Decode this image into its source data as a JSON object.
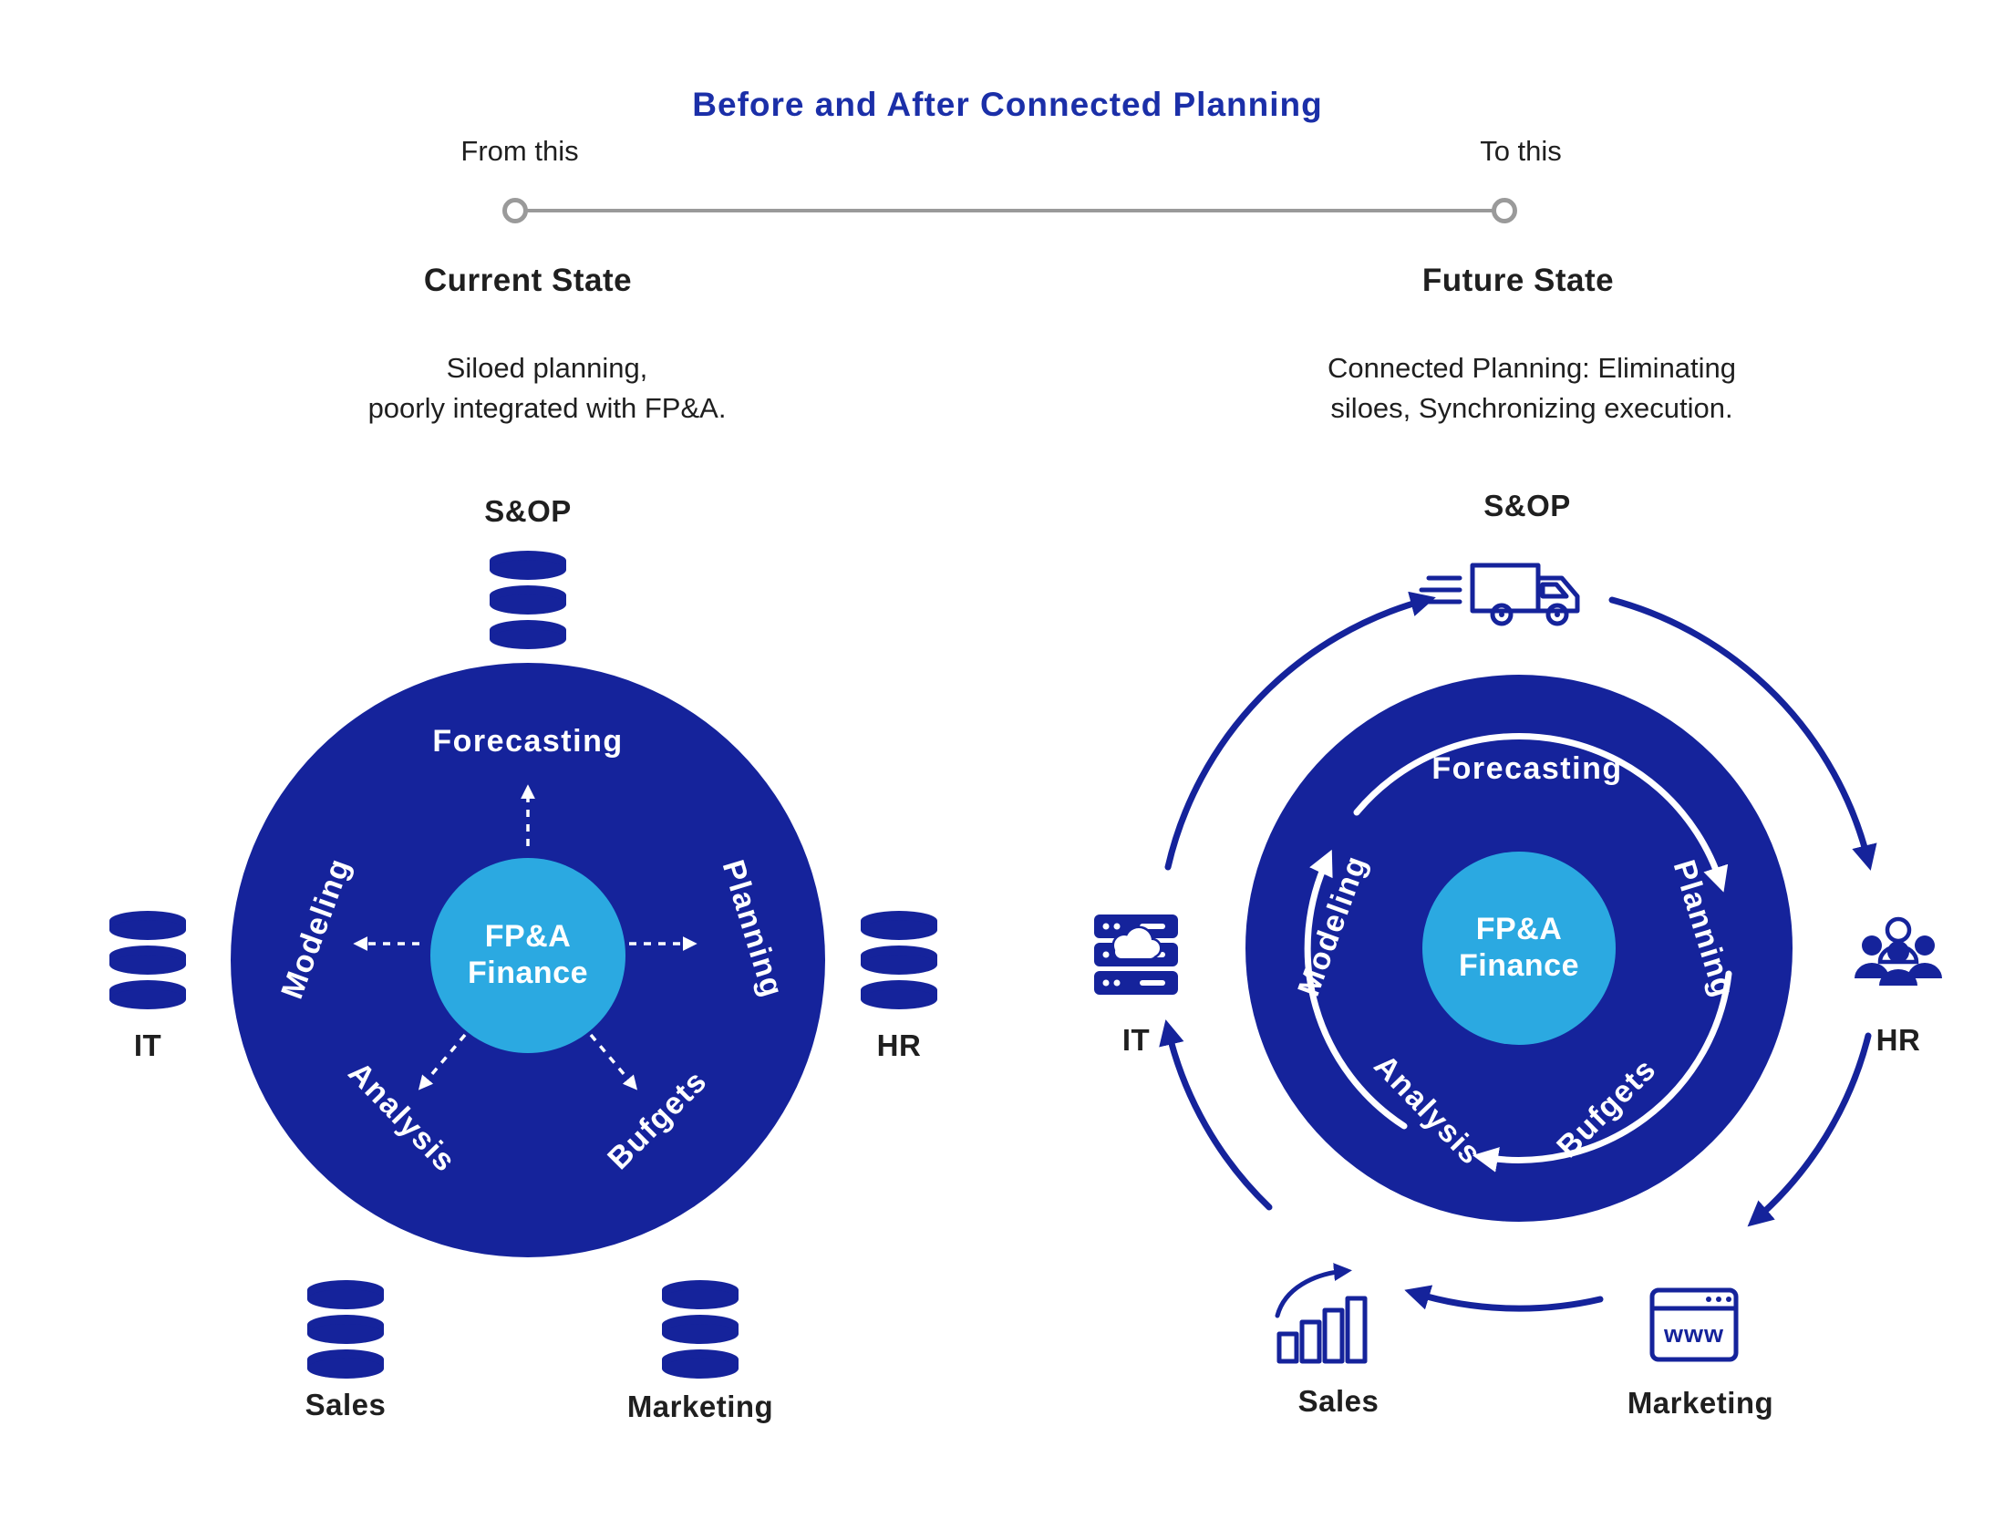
{
  "colors": {
    "primary": "#15239b",
    "accent": "#2ba9e1",
    "title": "#1b2fa8",
    "text": "#1f1f1f",
    "gray": "#9a9a9a"
  },
  "header": {
    "title": "Before and After Connected Planning",
    "from_label": "From this",
    "to_label": "To this"
  },
  "current": {
    "heading": "Current State",
    "desc_line1": "Siloed planning,",
    "desc_line2": "poorly integrated with FP&A.",
    "center_line1": "FP&A",
    "center_line2": "Finance",
    "functions": {
      "top": "Forecasting",
      "right": "Planning",
      "left": "Modeling",
      "bottom_left": "Analysis",
      "bottom_right": "Bufgets"
    },
    "nodes": {
      "top": "S&OP",
      "left": "IT",
      "right": "HR",
      "bottom_left": "Sales",
      "bottom_right": "Marketing"
    }
  },
  "future": {
    "heading": "Future State",
    "desc_line1": "Connected Planning: Eliminating",
    "desc_line2": "siloes, Synchronizing execution.",
    "center_line1": "FP&A",
    "center_line2": "Finance",
    "functions": {
      "top": "Forecasting",
      "right": "Planning",
      "left": "Modeling",
      "bottom_left": "Analysis",
      "bottom_right": "Bufgets"
    },
    "nodes": {
      "top": "S&OP",
      "left": "IT",
      "right": "HR",
      "bottom_left": "Sales",
      "bottom_right": "Marketing"
    },
    "marketing_icon_text": "www"
  }
}
